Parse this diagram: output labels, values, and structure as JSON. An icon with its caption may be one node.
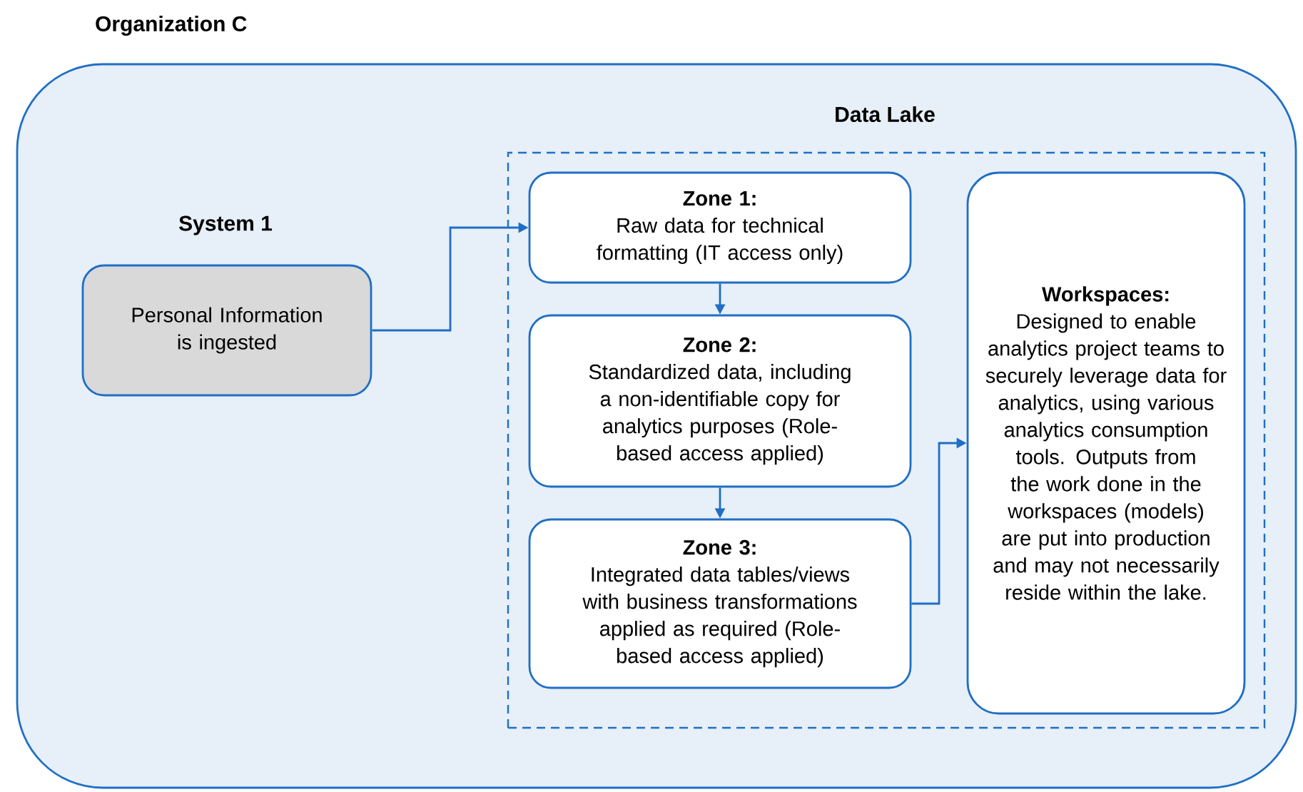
{
  "diagram": {
    "nodes": [
      {
        "text": [
          "Organization C"
        ]
      },
      {
        "text": [
          "Data Lake"
        ],
        "in": 0
      },
      {
        "text": [
          "System 1",
          "Personal Information is ingested"
        ],
        "in": 0
      },
      {
        "text": [
          "Zone 1:",
          "Raw data for technical formatting (IT access only)"
        ],
        "in": 1
      },
      {
        "text": [
          "Zone 2:",
          "Standardized data, including a non-identifiable copy for analytics purposes (Role-based access applied)"
        ],
        "in": 1
      },
      {
        "text": [
          "Zone 3:",
          "Integrated data tables/views with business transformations applied as required (Role-based access applied)"
        ],
        "in": 1
      },
      {
        "text": [
          "Workspaces:",
          "Designed to enable analytics project teams to securely leverage data for analytics, using various analytics consumption tools. Outputs from the work done in the workspaces (models) are put into production and may not necessarily reside within the lake."
        ],
        "in": 1
      }
    ],
    "edges": [
      {
        "from": 2,
        "to": 3,
        "arrow": "to"
      },
      {
        "from": 3,
        "to": 4,
        "arrow": "to"
      },
      {
        "from": 4,
        "to": 5,
        "arrow": "to"
      },
      {
        "from": 5,
        "to": 6,
        "arrow": "to"
      }
    ]
  }
}
